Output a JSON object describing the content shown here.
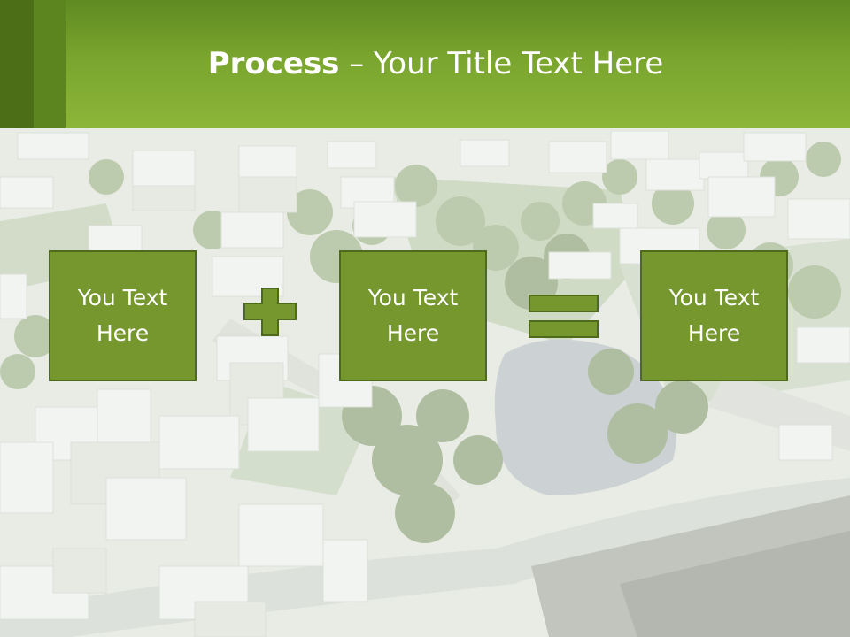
{
  "slide": {
    "title_bold": "Process",
    "title_rest": " – Your Title Text Here",
    "boxes": [
      {
        "text": "You Text Here"
      },
      {
        "text": "You Text Here"
      },
      {
        "text": "You Text Here"
      }
    ],
    "operators": [
      "plus-icon",
      "equals-icon"
    ],
    "colors": {
      "header_green": "#8bb639",
      "header_dark": "#4e7318",
      "box_fill": "#75972e",
      "box_border": "#4f6a1a",
      "title_text": "#ffffff"
    }
  }
}
